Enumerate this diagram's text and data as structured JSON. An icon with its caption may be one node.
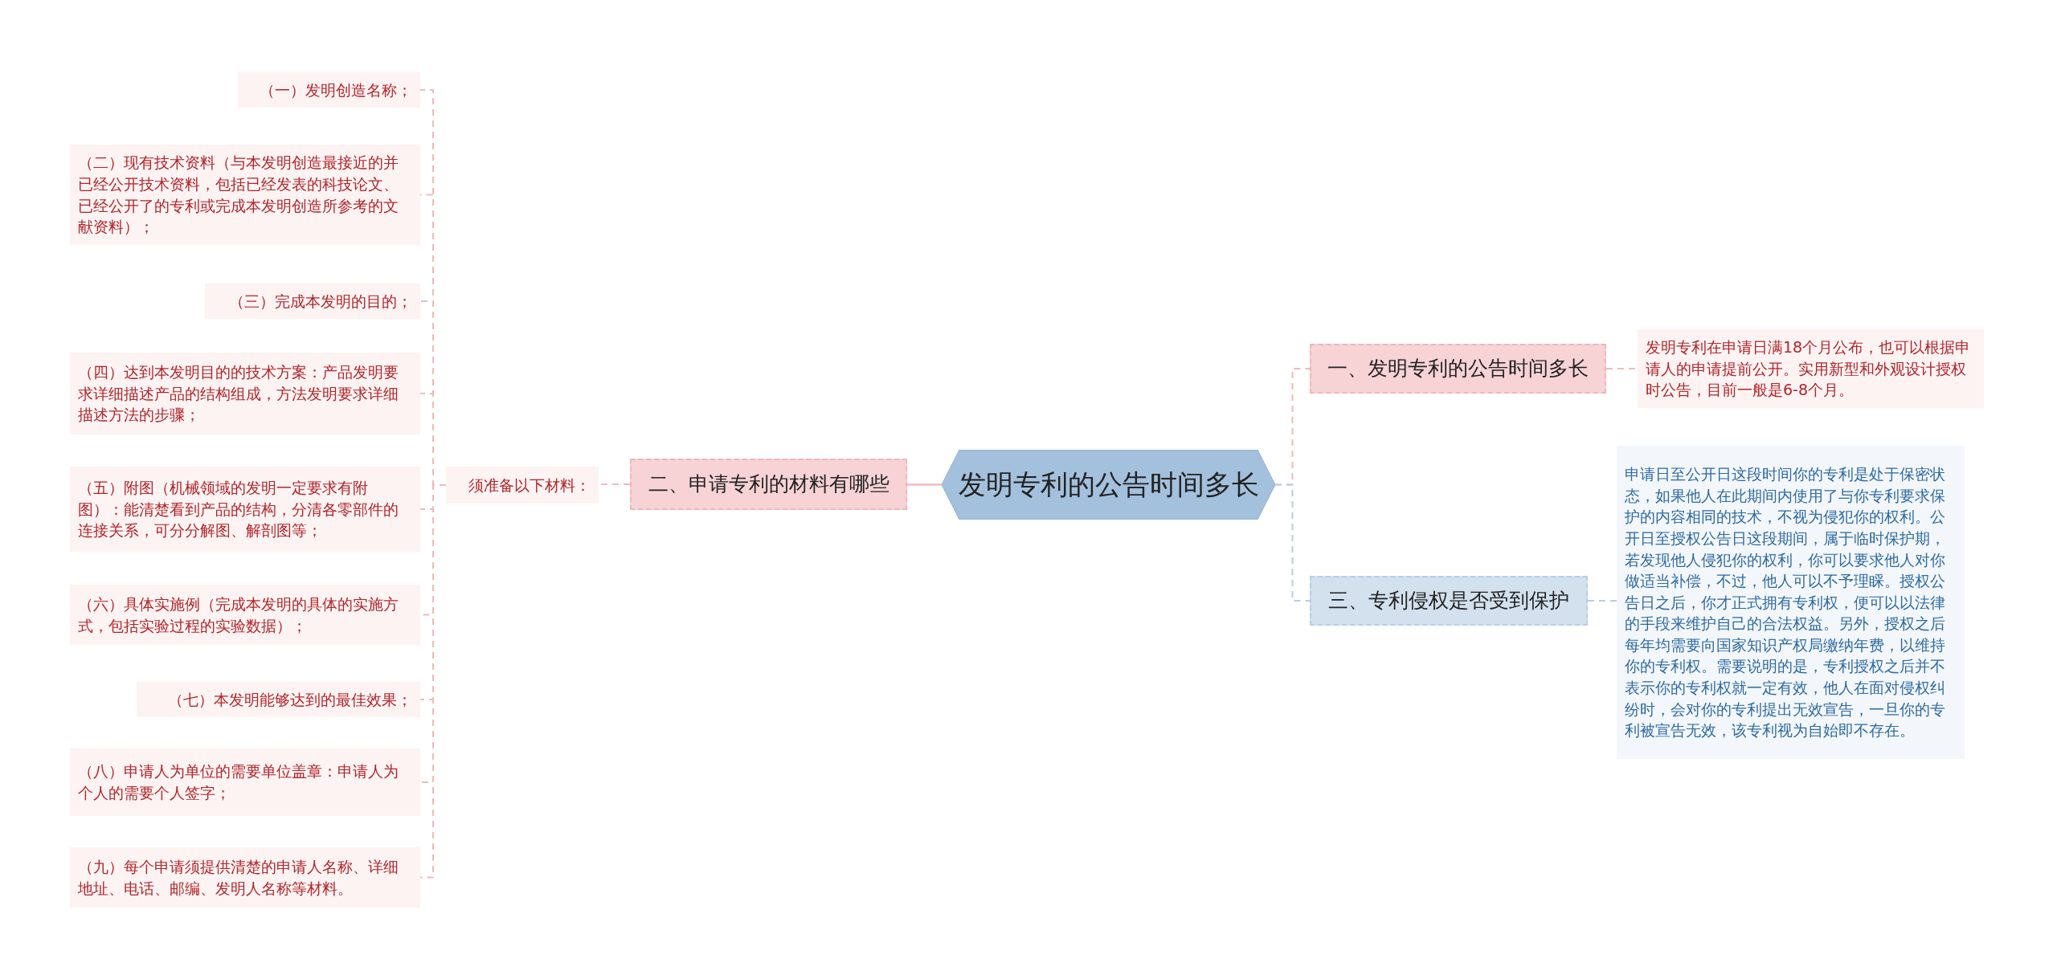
{
  "diagram": {
    "nodes": [
      {
        "text": [
          "发明专利的公告时间多长"
        ]
      },
      {
        "text": [
          "一、发明专利的公告时间多长"
        ]
      },
      {
        "text": [
          "发明专利在申请日满18个月公布，也可以根据申请人的申请提前公开。实用新型和外观设计授权时公告，目前一般是6-8个月。"
        ]
      },
      {
        "text": [
          "三、专利侵权是否受到保护"
        ]
      },
      {
        "text": [
          "申请日至公开日这段时间你的专利是处于保密状态，如果他人在此期间内使用了与你专利要求保护的内容相同的技术，不视为侵犯你的权利。公开日至授权公告日这段期间，属于临时保护期，若发现他人侵犯你的权利，你可以要求他人对你做适当补偿，不过，他人可以不予理睬。授权公告日之后，你才正式拥有专利权，便可以以法律的手段来维护自己的合法权益。另外，授权之后每年均需要向国家知识产权局缴纳年费，以维持你的专利权。需要说明的是，专利授权之后并不表示你的专利权就一定有效，他人在面对侵权纠纷时，会对你的专利提出无效宣告，一旦你的专利被宣告无效，该专利视为自始即不存在。"
        ]
      },
      {
        "text": [
          "二、申请专利的材料有哪些"
        ]
      },
      {
        "text": [
          "须准备以下材料："
        ]
      },
      {
        "text": [
          "（一）发明创造名称；"
        ]
      },
      {
        "text": [
          "（二）现有技术资料（与本发明创造最接近的并已经公开技术资料，包括已经发表的科技论文、已经公开了的专利或完成本发明创造所参考的文献资料）；"
        ]
      },
      {
        "text": [
          "（三）完成本发明的目的；"
        ]
      },
      {
        "text": [
          "（四）达到本发明目的的技术方案：产品发明要求详细描述产品的结构组成，方法发明要求详细描述方法的步骤；"
        ]
      },
      {
        "text": [
          "（五）附图（机械领域的发明一定要求有附图）：能清楚看到产品的结构，分清各零部件的连接关系，可分分解图、解剖图等；"
        ]
      },
      {
        "text": [
          "（六）具体实施例（完成本发明的具体的实施方式，包括实验过程的实验数据）；"
        ]
      },
      {
        "text": [
          "（七）本发明能够达到的最佳效果；"
        ]
      },
      {
        "text": [
          "（八）申请人为单位的需要单位盖章：申请人为个人的需要个人签字；"
        ]
      },
      {
        "text": [
          "（九）每个申请须提供清楚的申请人名称、详细地址、电话、邮编、发明人名称等材料。"
        ]
      }
    ],
    "edges": [
      {
        "from": 0,
        "to": 1,
        "arrow": "none",
        "style": "dashed"
      },
      {
        "from": 1,
        "to": 2,
        "arrow": "none",
        "style": "dashed"
      },
      {
        "from": 0,
        "to": 3,
        "arrow": "none",
        "style": "dashed",
        "color": "#b9cde2"
      },
      {
        "from": 3,
        "to": 4,
        "arrow": "none",
        "style": "dashed",
        "color": "#b9cde2"
      },
      {
        "from": 0,
        "to": 5,
        "arrow": "none"
      },
      {
        "from": 5,
        "to": 6,
        "arrow": "none",
        "style": "dashed"
      },
      {
        "from": 6,
        "to": 7,
        "arrow": "none",
        "style": "dashed"
      },
      {
        "from": 6,
        "to": 8,
        "arrow": "none",
        "style": "dashed"
      },
      {
        "from": 6,
        "to": 9,
        "arrow": "none",
        "style": "dashed"
      },
      {
        "from": 6,
        "to": 10,
        "arrow": "none",
        "style": "dashed"
      },
      {
        "from": 6,
        "to": 11,
        "arrow": "none",
        "style": "dashed"
      },
      {
        "from": 6,
        "to": 12,
        "arrow": "none",
        "style": "dashed"
      },
      {
        "from": 6,
        "to": 13,
        "arrow": "none",
        "style": "dashed"
      },
      {
        "from": 6,
        "to": 14,
        "arrow": "none",
        "style": "dashed"
      },
      {
        "from": 6,
        "to": 15,
        "arrow": "none",
        "style": "dashed"
      }
    ]
  }
}
